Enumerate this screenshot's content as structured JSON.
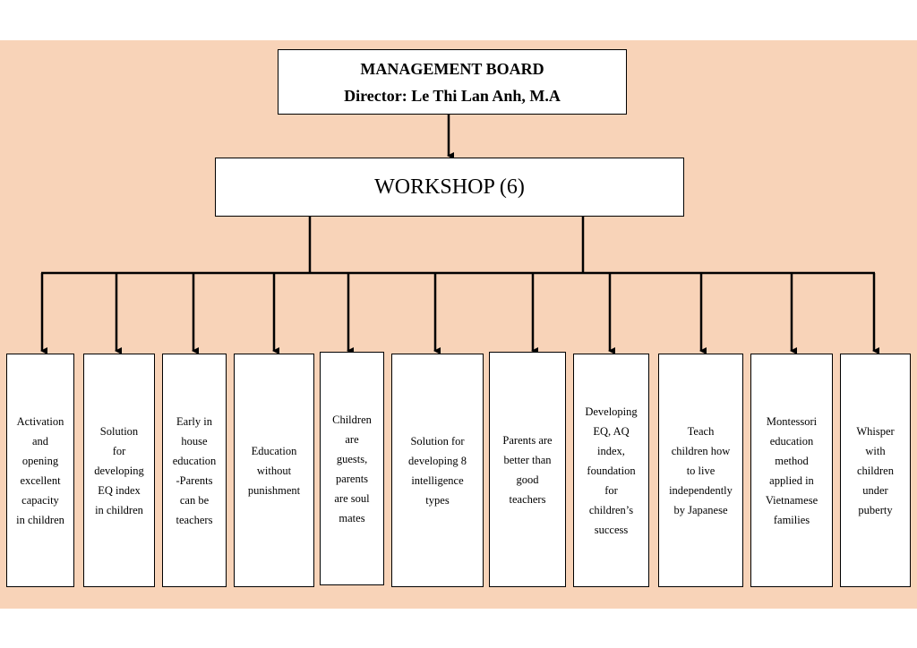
{
  "management": {
    "title": "MANAGEMENT BOARD",
    "director": "Director: Le Thi Lan Anh, M.A"
  },
  "workshop": {
    "title": "WORKSHOP (6)"
  },
  "topics": [
    "Activation\nand\nopening\nexcellent\ncapacity\nin children",
    "Solution\nfor\ndeveloping\nEQ index\nin children",
    "Early in\nhouse\neducation\n-Parents\ncan be\nteachers",
    "Education\nwithout\npunishment",
    "Children\nare\nguests,\nparents\nare soul\nmates",
    "Solution for\ndeveloping  8\nintelligence\ntypes",
    "Parents are\nbetter than\ngood\nteachers",
    "Developing\nEQ, AQ\nindex,\nfoundation\nfor\nchildren’s\nsuccess",
    "Teach\nchildren how\nto live\nindependently\nby Japanese",
    "Montessori\neducation\nmethod\napplied in\nVietnamese\nfamilies",
    "Whisper\nwith\nchildren\nunder\npuberty"
  ]
}
